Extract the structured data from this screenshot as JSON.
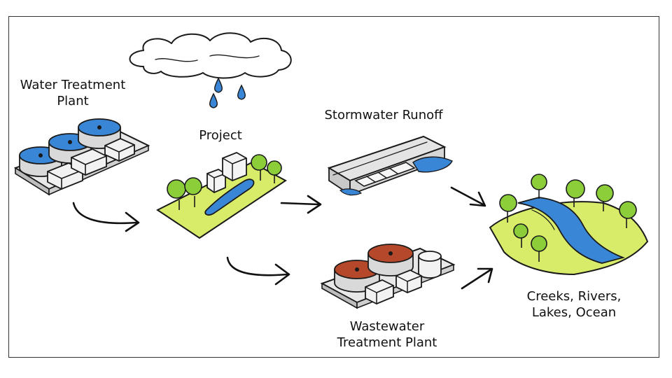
{
  "nodes": {
    "water_plant": {
      "label_line1": "Water Treatment",
      "label_line2": "Plant"
    },
    "project": {
      "label": "Project"
    },
    "stormwater": {
      "label": "Stormwater Runoff"
    },
    "wastewater": {
      "label_line1": "Wastewater",
      "label_line2": "Treatment Plant"
    },
    "water_bodies": {
      "label_line1": "Creeks, Rivers,",
      "label_line2": "Lakes, Ocean"
    }
  },
  "colors": {
    "water_blue": "#3a86d6",
    "light_green": "#d8ec6a",
    "leaf_green": "#8ccd3a",
    "sludge_brown": "#b5482a",
    "gray": "#9a9a9a"
  }
}
